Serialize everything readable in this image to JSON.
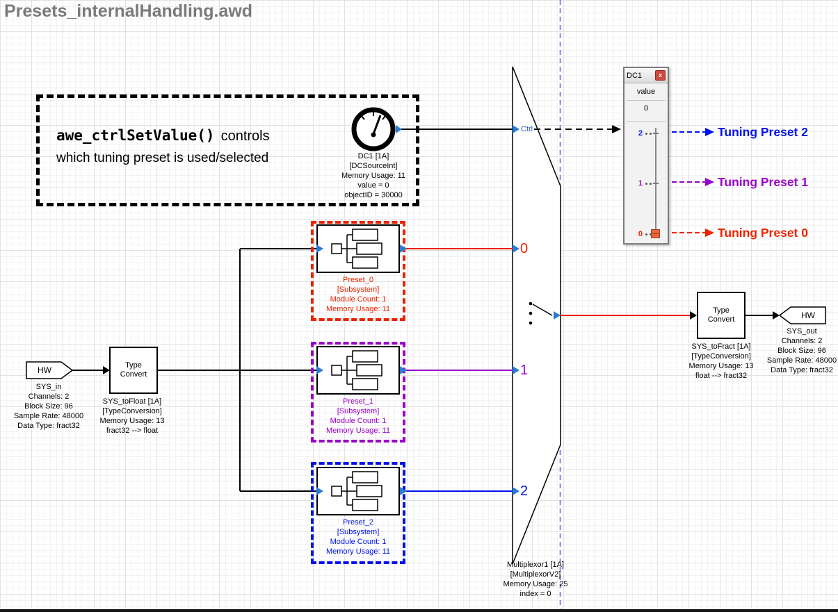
{
  "title": "Presets_internalHandling.awd",
  "annotation": {
    "code": "awe_ctrlSetValue()",
    "rest": "controls",
    "line2": "which tuning preset is used/selected"
  },
  "dc_source": {
    "info": [
      "DC1 [1A]",
      "[DCSourceInt]",
      "Memory Usage: 11",
      "value = 0",
      "objectID = 30000"
    ]
  },
  "mux": {
    "ctrl_label": "Ctrl",
    "inputs": [
      "0",
      "1",
      "2"
    ],
    "info": [
      "Multiplexor1 [1A]",
      "[MultiplexorV2]",
      "Memory Usage: 25",
      "index = 0"
    ]
  },
  "presets": [
    {
      "info": [
        "Preset_0",
        "[Subsystem]",
        "Module Count: 1",
        "Memory Usage: 11"
      ]
    },
    {
      "info": [
        "Preset_1",
        "[Subsystem]",
        "Module Count: 1",
        "Memory Usage: 11"
      ]
    },
    {
      "info": [
        "Preset_2",
        "[Subsystem]",
        "Module Count: 1",
        "Memory Usage: 11"
      ]
    }
  ],
  "hw_in": {
    "label": "HW",
    "info": [
      "SYS_in",
      "Channels: 2",
      "Block Size: 96",
      "Sample Rate: 48000",
      "Data Type: fract32"
    ]
  },
  "tc_in": {
    "label": "Type Convert",
    "info": [
      "SYS_toFloat [1A]",
      "[TypeConversion]",
      "Memory Usage: 13",
      "fract32 --> float"
    ]
  },
  "tc_out": {
    "label": "Type Convert",
    "info": [
      "SYS_toFract [1A]",
      "[TypeConversion]",
      "Memory Usage: 13",
      "float --> fract32"
    ]
  },
  "hw_out": {
    "label": "HW",
    "info": [
      "SYS_out",
      "Channels: 2",
      "Block Size: 96",
      "Sample Rate: 48000",
      "Data Type: fract32"
    ]
  },
  "panel": {
    "title": "DC1",
    "close_label": "x",
    "value_label": "value",
    "value": "0",
    "ticks": [
      {
        "label": "2"
      },
      {
        "label": "1"
      },
      {
        "label": "0"
      }
    ]
  },
  "tuning": [
    {
      "label": "Tuning Preset 2"
    },
    {
      "label": "Tuning Preset 1"
    },
    {
      "label": "Tuning Preset 0"
    }
  ],
  "colors": {
    "preset0": "#ee2200",
    "preset1": "#9900cc",
    "preset2": "#0011ee",
    "port": "#2b7bd4",
    "guide": "#5566ee",
    "title_gray": "#7a7a7a"
  }
}
